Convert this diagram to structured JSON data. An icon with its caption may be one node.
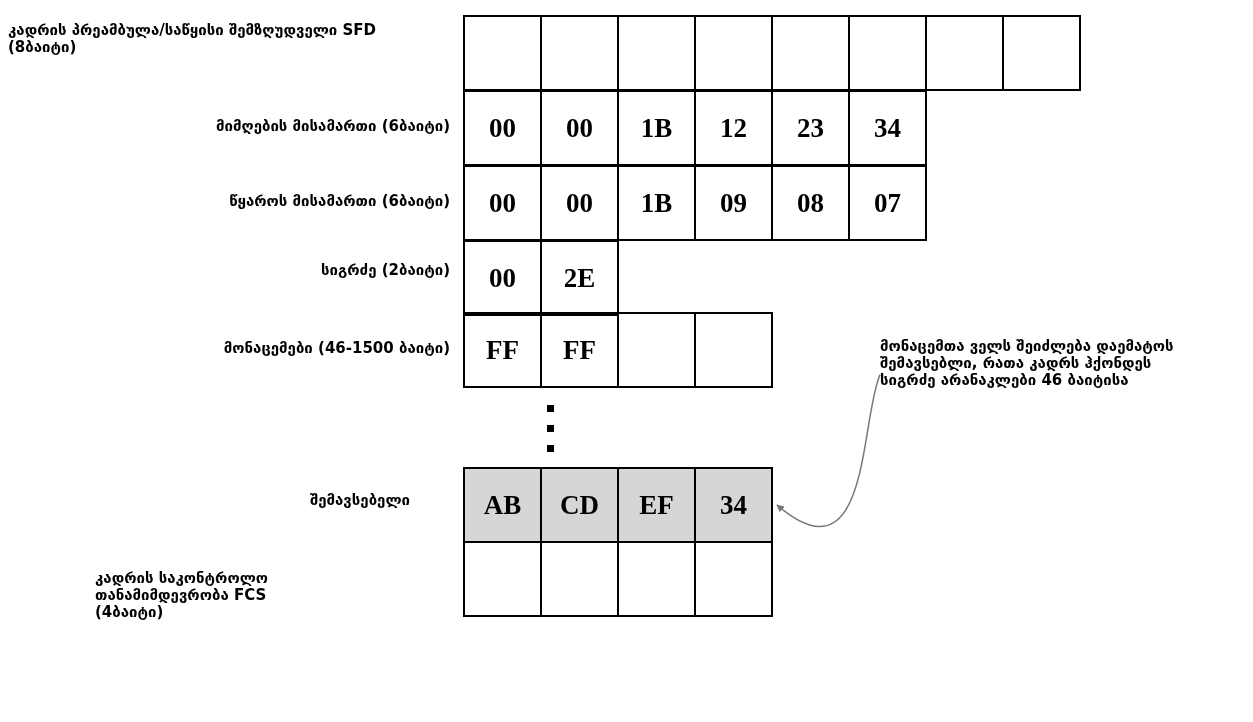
{
  "diagram": {
    "nodes": [
      {
        "text": [
          "კადრის პრეამბულა/საწყისი შემზღუდველი SFD (8ბაიტი)"
        ]
      },
      {
        "text": [
          "მიმღების მისამართი (6ბაიტი)"
        ]
      },
      {
        "text": [
          "წყაროს მისამართი (6ბაიტი)"
        ]
      },
      {
        "text": [
          "სიგრძე (2ბაიტი)"
        ]
      },
      {
        "text": [
          "მონაცემები (46-1500 ბაიტი)"
        ]
      },
      {
        "text": [
          "შემავსებელი"
        ]
      },
      {
        "text": [
          "კადრის საკონტროლო თანამიმდევრობა FCS (4ბაიტი)"
        ]
      },
      {
        "text": [
          "მონაცემთა ველს შეიძლება დაემატოს შემავსებლი, რათა კადრს ჰქონდეს სიგრძე არანაკლები 46 ბაიტისა"
        ]
      }
    ],
    "edges": [
      {
        "from": 7,
        "to": 5,
        "arrow": "to"
      }
    ],
    "labels": [
      "00",
      "00",
      "1B",
      "12",
      "23",
      "34",
      "00",
      "00",
      "1B",
      "09",
      "08",
      "07",
      "00",
      "2E",
      "FF",
      "FF",
      "AB",
      "CD",
      "EF",
      "34"
    ]
  }
}
